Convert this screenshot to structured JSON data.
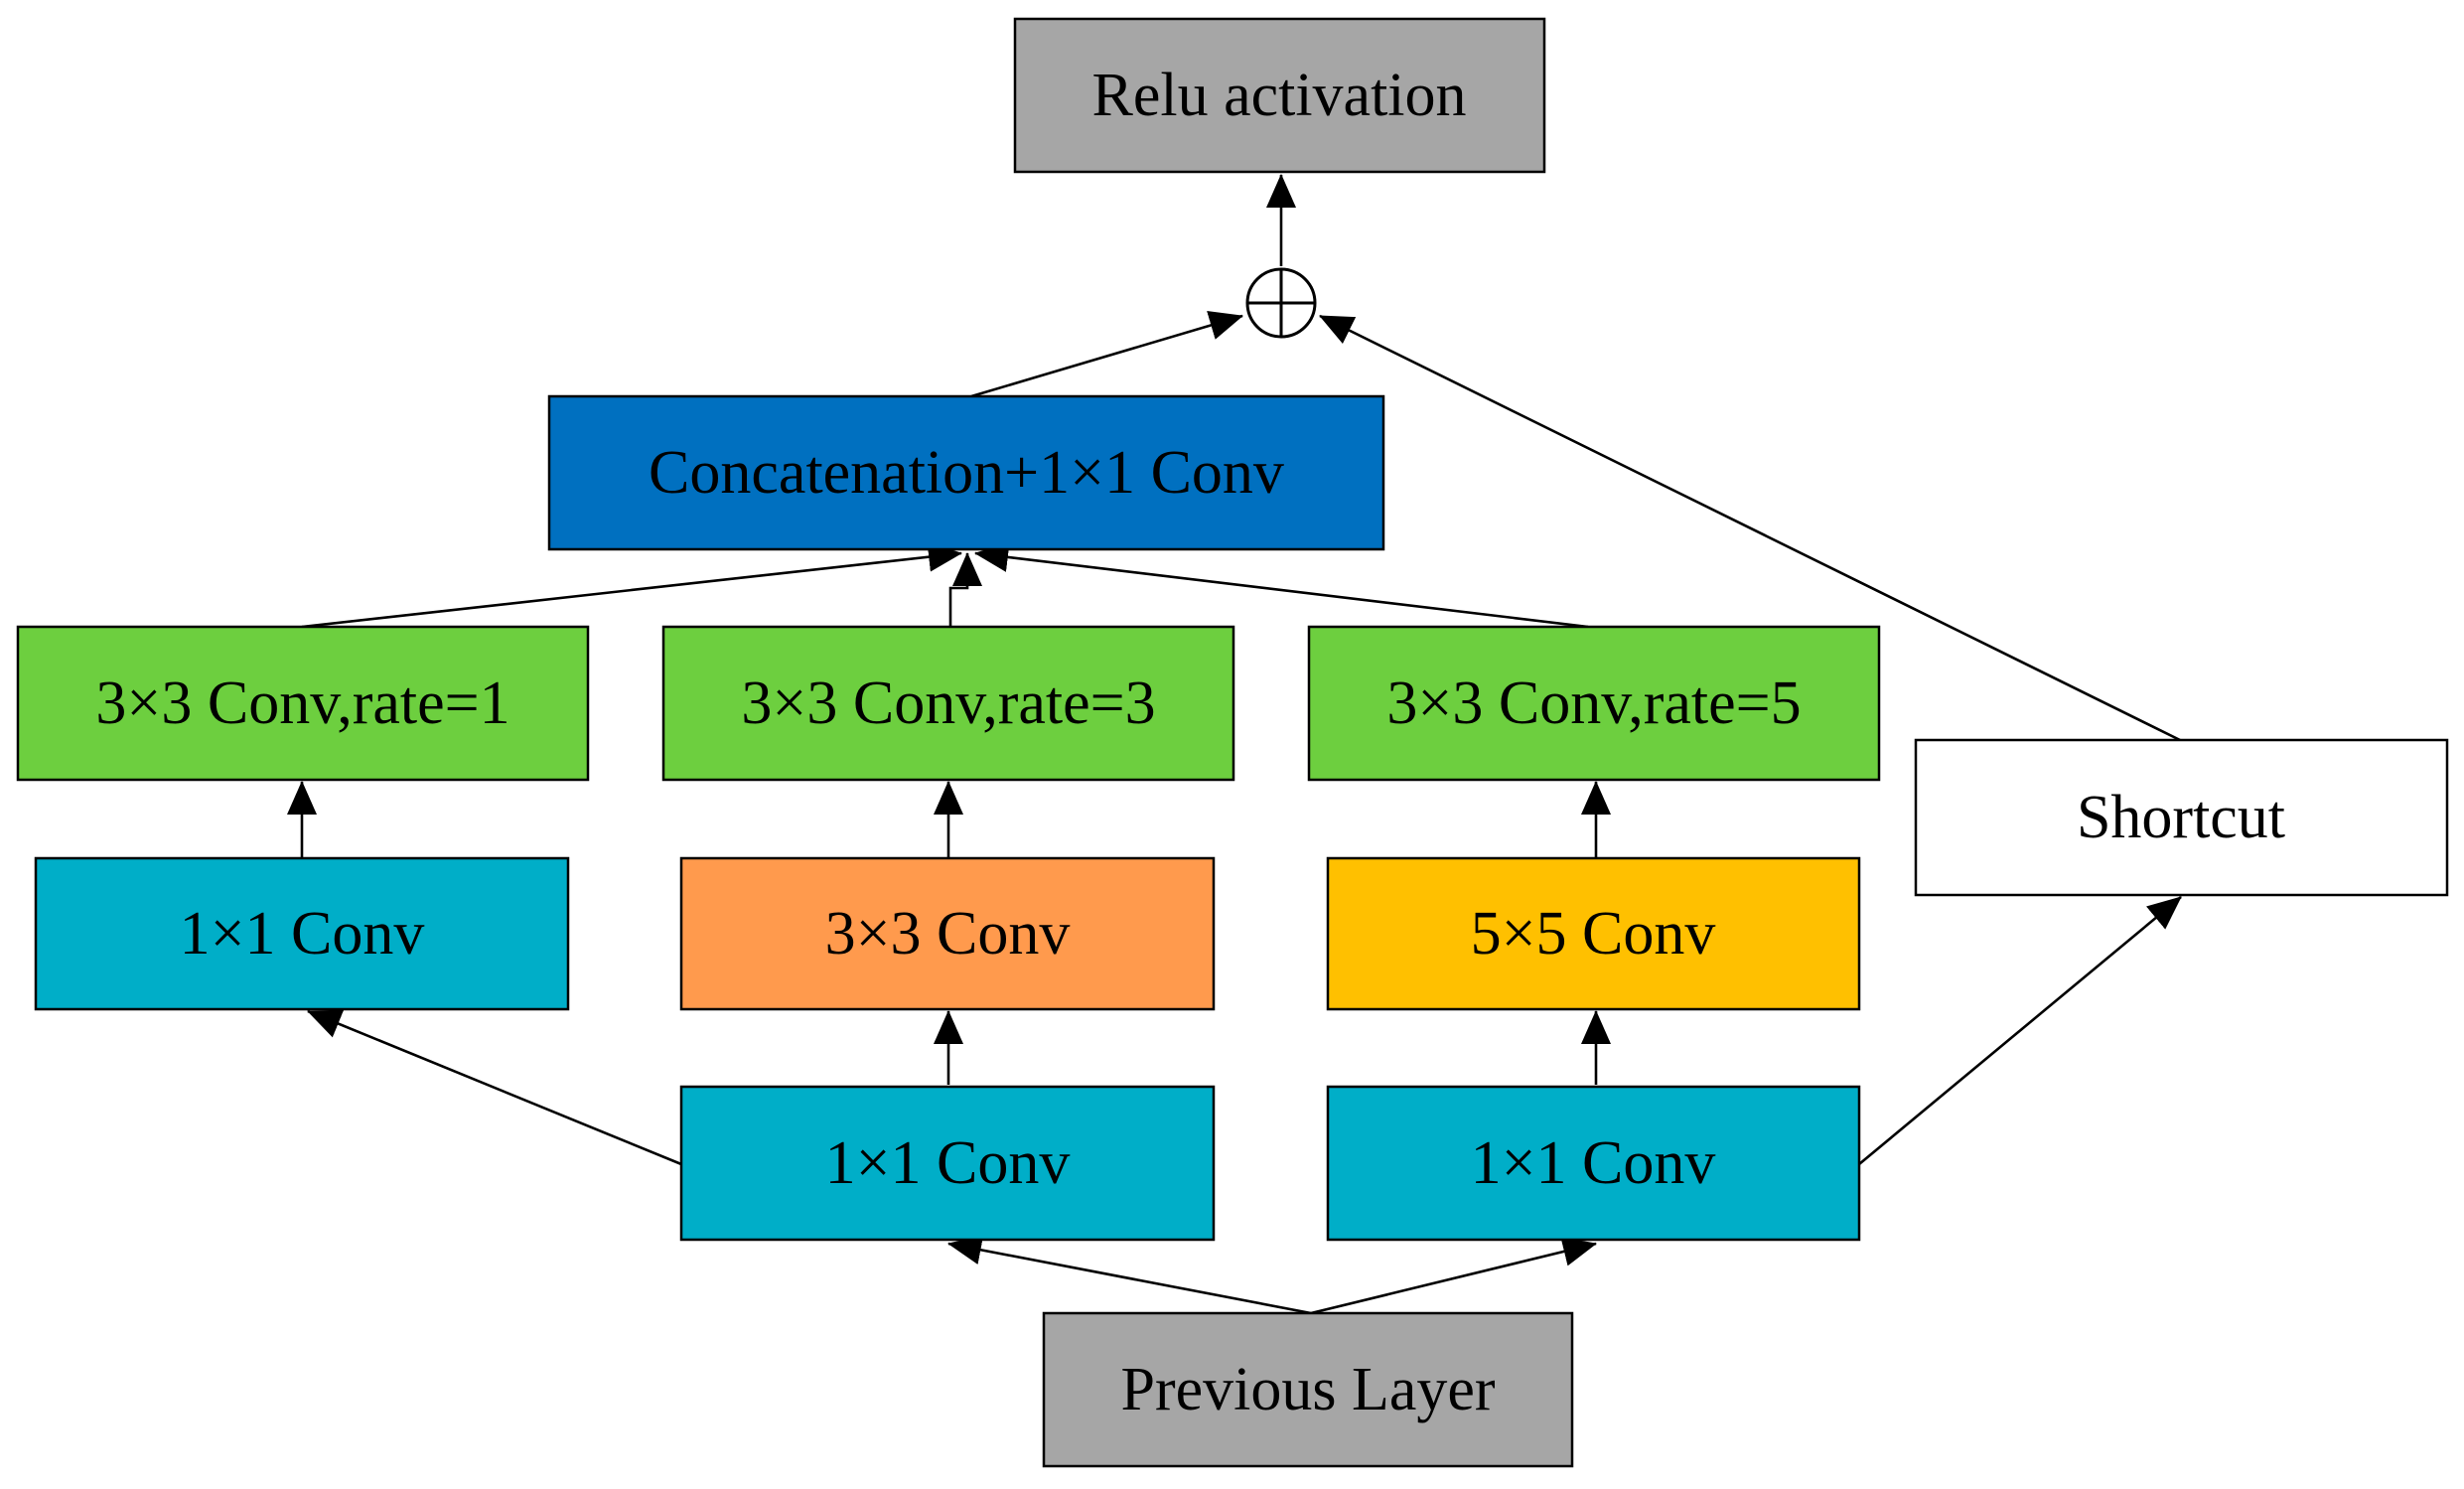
{
  "nodes": {
    "relu": {
      "label": "Relu activation",
      "color": "#a6a6a6"
    },
    "concat": {
      "label": "Concatenation+1×1 Conv",
      "color": "#0070c0"
    },
    "atrous_rate1": {
      "label": "3×3 Conv,rate=1",
      "color": "#6dcf3f"
    },
    "atrous_rate3": {
      "label": "3×3 Conv,rate=3",
      "color": "#6dcf3f"
    },
    "atrous_rate5": {
      "label": "3×3 Conv,rate=5",
      "color": "#6dcf3f"
    },
    "shortcut": {
      "label": "Shortcut",
      "color": "#ffffff"
    },
    "conv1x1_left": {
      "label": "1×1 Conv",
      "color": "#00aec8"
    },
    "conv3x3": {
      "label": "3×3 Conv",
      "color": "#ff9a4d"
    },
    "conv5x5": {
      "label": "5×5 Conv",
      "color": "#ffc000"
    },
    "conv1x1_mid": {
      "label": "1×1 Conv",
      "color": "#00aec8"
    },
    "conv1x1_right": {
      "label": "1×1 Conv",
      "color": "#00aec8"
    },
    "previous_layer": {
      "label": "Previous Layer",
      "color": "#a6a6a6"
    }
  },
  "operators": {
    "sum": {
      "symbol": "⊕"
    }
  }
}
